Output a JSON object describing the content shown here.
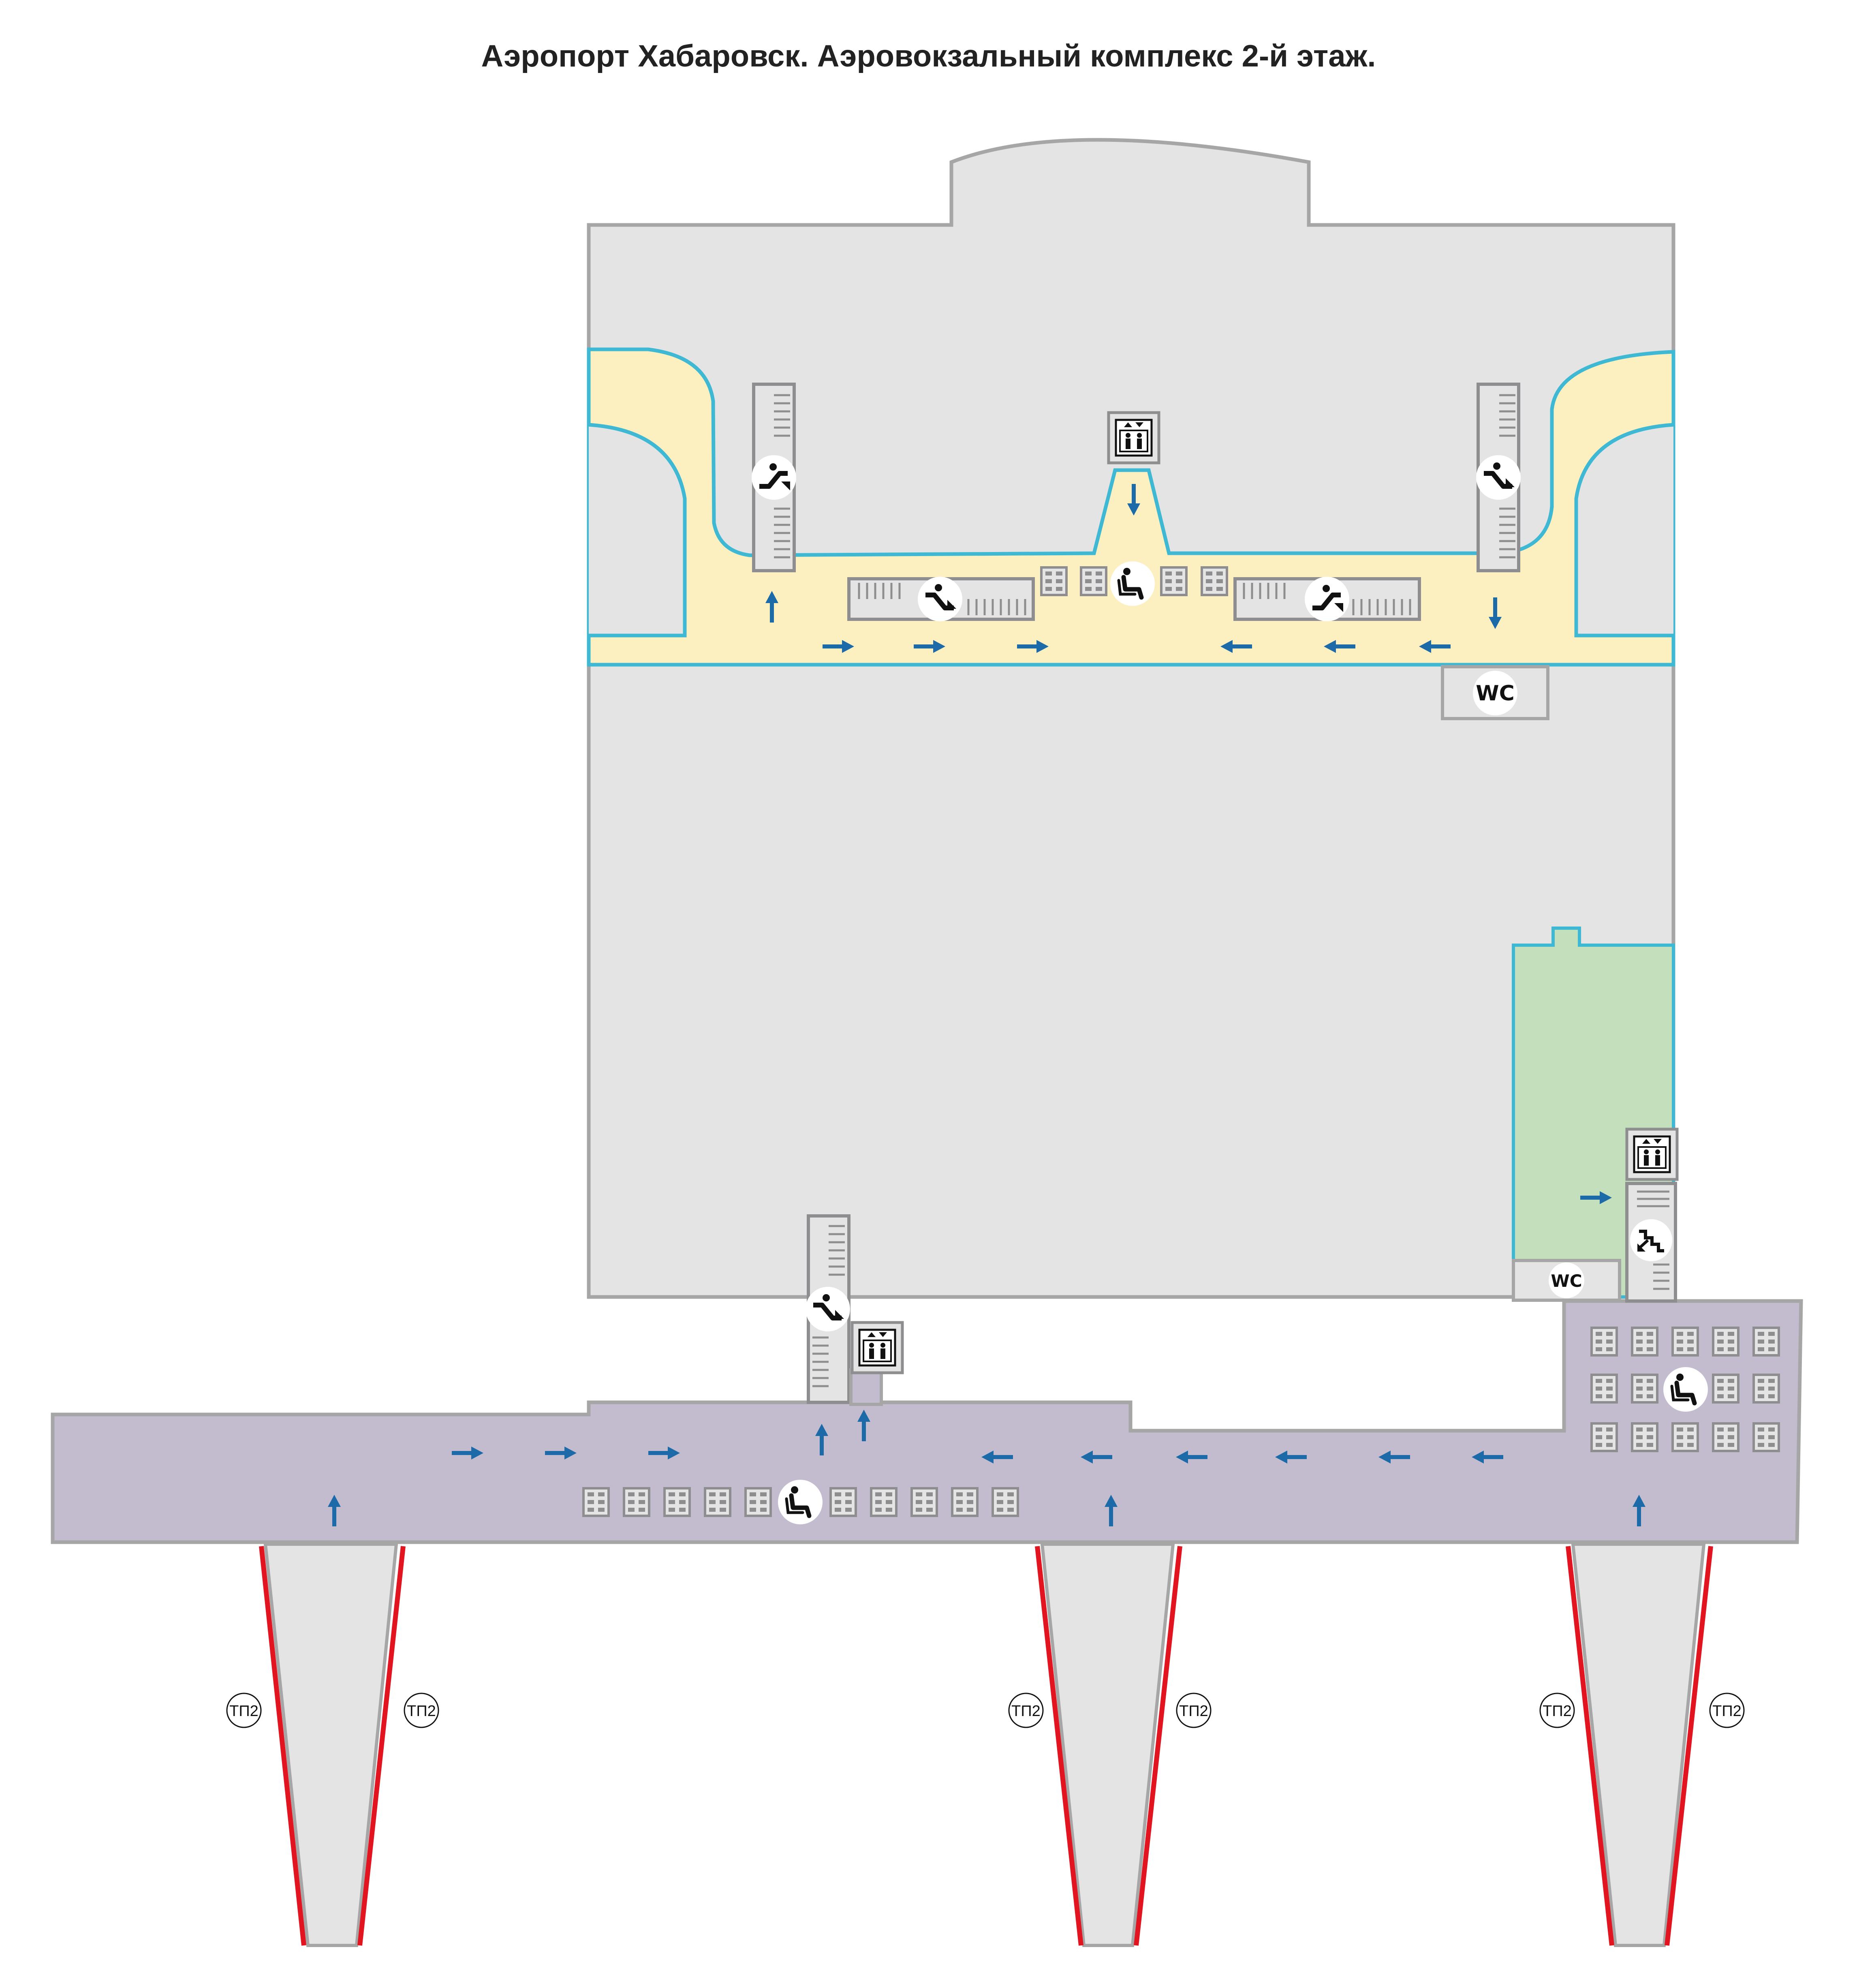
{
  "title": "Аэропорт Хабаровск. Аэровокзальный комплекс 2-й этаж.",
  "labels": {
    "wc": "WC",
    "gate": "ТП2"
  },
  "colors": {
    "building": "#e4e4e5",
    "outline": "#a6a6a7",
    "departure_zone": "#fcefc0",
    "departure_border": "#3fb8d3",
    "green_zone": "#c3dfbc",
    "gallery": "#c3bcce",
    "jet_bridge": "#e4e4e5",
    "jet_bridge_edge": "#e2141f",
    "arrow": "#1c6aa8",
    "icon_bg": "#ffffff",
    "icon_fg": "#111111"
  },
  "icons": [
    "escalator-up-icon",
    "escalator-down-icon",
    "elevator-icon",
    "waiting-seat-icon",
    "seat-row-icon",
    "stairs-icon",
    "direction-arrow-icon"
  ]
}
